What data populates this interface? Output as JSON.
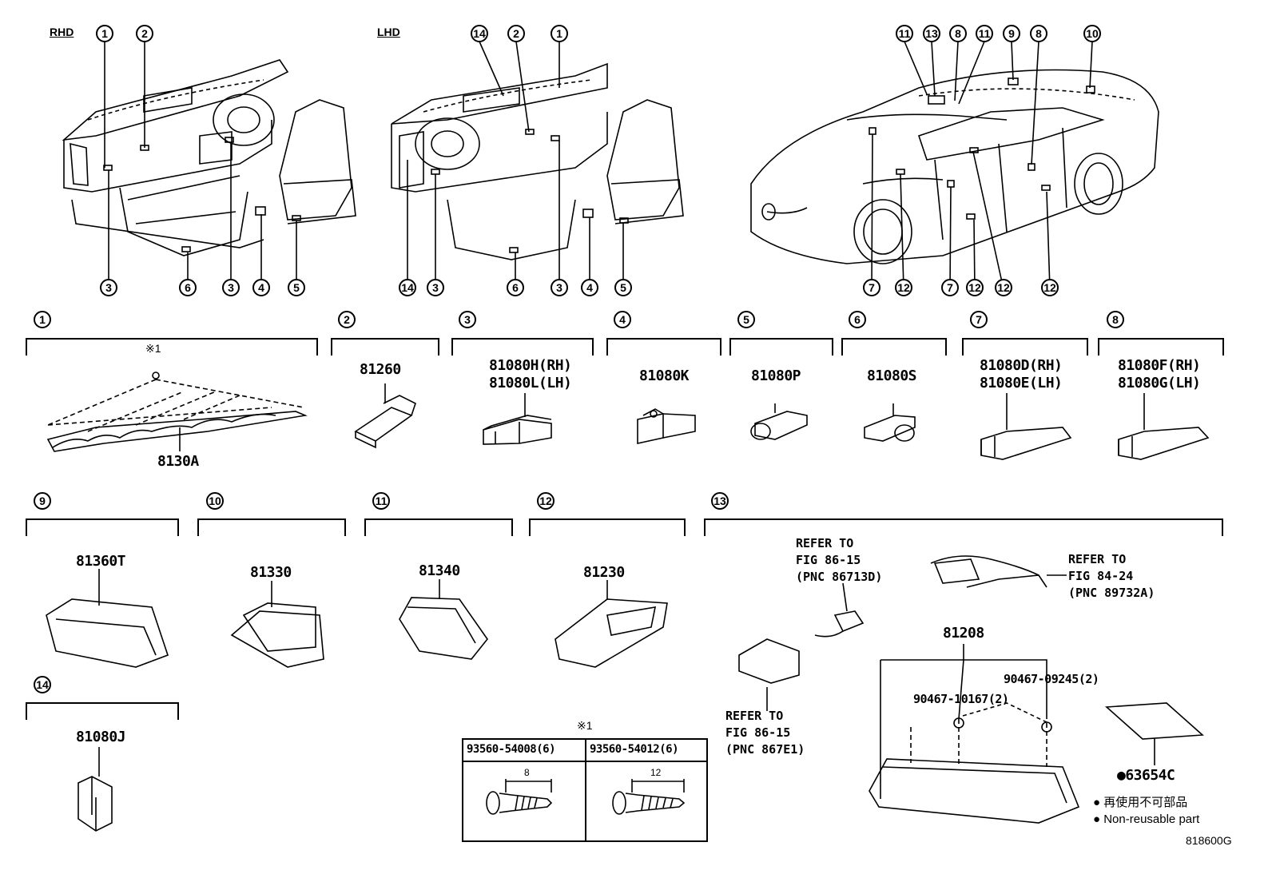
{
  "top_views": {
    "rhd_label": "RHD",
    "lhd_label": "LHD",
    "rhd_top_callouts": [
      "1",
      "2"
    ],
    "rhd_bottom_callouts": [
      "3",
      "6",
      "3",
      "4",
      "5"
    ],
    "lhd_top_callouts": [
      "14",
      "2",
      "1"
    ],
    "lhd_bottom_callouts": [
      "14",
      "3",
      "6",
      "3",
      "4",
      "5"
    ],
    "car_top_callouts": [
      "11",
      "13",
      "8",
      "11",
      "9",
      "8",
      "10"
    ],
    "car_bottom_callouts": [
      "7",
      "12",
      "7",
      "12",
      "12",
      "12"
    ]
  },
  "parts": [
    {
      "no": "1",
      "pn": "8130A",
      "note": "※1"
    },
    {
      "no": "2",
      "pn": "81260"
    },
    {
      "no": "3",
      "pn": "81080H(RH)",
      "pn2": "81080L(LH)"
    },
    {
      "no": "4",
      "pn": "81080K"
    },
    {
      "no": "5",
      "pn": "81080P"
    },
    {
      "no": "6",
      "pn": "81080S"
    },
    {
      "no": "7",
      "pn": "81080D(RH)",
      "pn2": "81080E(LH)"
    },
    {
      "no": "8",
      "pn": "81080F(RH)",
      "pn2": "81080G(LH)"
    },
    {
      "no": "9",
      "pn": "81360T"
    },
    {
      "no": "10",
      "pn": "81330"
    },
    {
      "no": "11",
      "pn": "81340"
    },
    {
      "no": "12",
      "pn": "81230"
    },
    {
      "no": "13",
      "pn": "81208"
    },
    {
      "no": "14",
      "pn": "81080J"
    }
  ],
  "assembly_13": {
    "ref1": "REFER TO\nFIG 86-15\n(PNC 86713D)",
    "ref2": "REFER TO\nFIG 84-24\n(PNC 89732A)",
    "ref3": "REFER TO\nFIG 86-15\n(PNC 867E1)",
    "screw_a": "90467-09245(2)",
    "screw_b": "90467-10167(2)",
    "sheet": "●63654C"
  },
  "screw_table": {
    "mark": "※1",
    "col1": "93560-54008(6)",
    "col2": "93560-54012(6)",
    "dim1": "8",
    "dim2": "12"
  },
  "legend": {
    "jp": "● 再使用不可部品",
    "en": "● Non-reusable part"
  },
  "figure_id": "818600G"
}
